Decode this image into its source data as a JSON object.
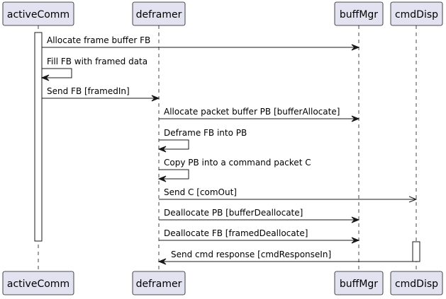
{
  "participants": [
    {
      "id": "activeComm",
      "label": "activeComm"
    },
    {
      "id": "deframer",
      "label": "deframer"
    },
    {
      "id": "buffMgr",
      "label": "buffMgr"
    },
    {
      "id": "cmdDisp",
      "label": "cmdDisp"
    }
  ],
  "messages": [
    {
      "from": "activeComm",
      "to": "buffMgr",
      "label": "Allocate frame buffer FB",
      "arrow": "filled"
    },
    {
      "from": "activeComm",
      "to": "activeComm",
      "label": "Fill FB with framed data",
      "arrow": "filled"
    },
    {
      "from": "activeComm",
      "to": "deframer",
      "label": "Send FB [framedIn]",
      "arrow": "filled"
    },
    {
      "from": "deframer",
      "to": "buffMgr",
      "label": "Allocate packet buffer PB [bufferAllocate]",
      "arrow": "filled"
    },
    {
      "from": "deframer",
      "to": "deframer",
      "label": "Deframe FB into PB",
      "arrow": "filled"
    },
    {
      "from": "deframer",
      "to": "deframer",
      "label": "Copy PB into a command packet C",
      "arrow": "filled"
    },
    {
      "from": "deframer",
      "to": "cmdDisp",
      "label": "Send C [comOut]",
      "arrow": "open"
    },
    {
      "from": "deframer",
      "to": "buffMgr",
      "label": "Deallocate PB [bufferDeallocate]",
      "arrow": "filled"
    },
    {
      "from": "deframer",
      "to": "buffMgr",
      "label": "Deallocate FB [framedDeallocate]",
      "arrow": "filled"
    },
    {
      "from": "cmdDisp",
      "to": "deframer",
      "label": "Send cmd response [cmdResponseIn]",
      "arrow": "filled"
    }
  ],
  "activations": [
    {
      "participant": "activeComm",
      "from_message": 0,
      "to_message": 8
    },
    {
      "participant": "cmdDisp",
      "from_message": 9,
      "to_message": 9
    }
  ],
  "colors": {
    "participant_fill": "#E2E2F0",
    "line": "#181818",
    "text": "#000000"
  }
}
